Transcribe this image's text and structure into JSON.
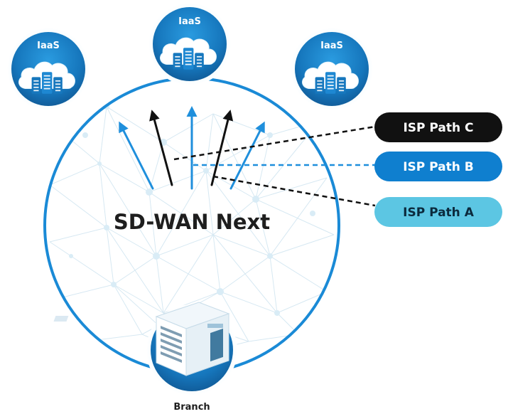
{
  "diagram": {
    "center_label": "SD-WAN Next",
    "branch_label": "Branch",
    "clouds": [
      {
        "label": "IaaS",
        "icon": "cloud-servers-icon"
      },
      {
        "label": "IaaS",
        "icon": "cloud-servers-icon"
      },
      {
        "label": "IaaS",
        "icon": "cloud-servers-icon"
      }
    ],
    "paths": [
      {
        "label": "ISP Path C",
        "fill": "#111111",
        "text_color": "#ffffff",
        "line_color": "#111111"
      },
      {
        "label": "ISP Path B",
        "fill": "#0f7fcf",
        "text_color": "#ffffff",
        "line_color": "#1f8fdc"
      },
      {
        "label": "ISP Path A",
        "fill": "#5cc6e3",
        "text_color": "#0b2a3d",
        "line_color": "#111111"
      }
    ],
    "colors": {
      "ring": "#1a8ad6",
      "badge_fill": "#1b7fc6",
      "badge_glow": "#7dd3ee",
      "arrow_blue": "#1f8fdc",
      "arrow_black": "#111111",
      "mesh": "#cfe4f0"
    }
  }
}
